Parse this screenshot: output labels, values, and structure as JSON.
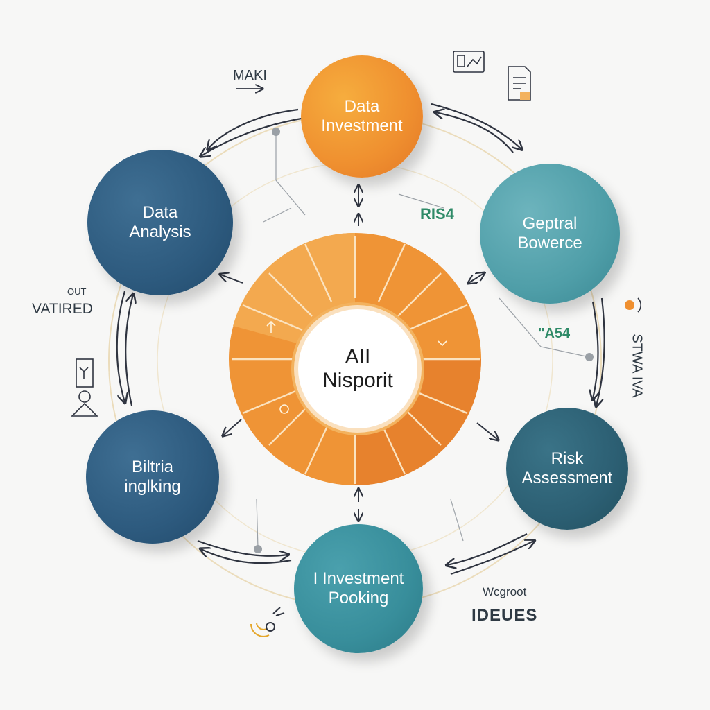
{
  "diagram": {
    "hub": {
      "label": "AII\nNisporit"
    },
    "nodes": [
      {
        "id": "data-investment",
        "label": "Data\nInvestment"
      },
      {
        "id": "gentral-bowerce",
        "label": "Geptral\nBowerce"
      },
      {
        "id": "risk-assessment",
        "label": "Risk\nAssessment"
      },
      {
        "id": "investment-pooking",
        "label": "I Investment\nPooking"
      },
      {
        "id": "biltria-inglking",
        "label": "Biltria\ninglking"
      },
      {
        "id": "data-analysis",
        "label": "Data\nAnalysis"
      }
    ],
    "annotations": {
      "maki": "MAKI",
      "out": "OUT",
      "vatired": "VATIRED",
      "ris": "RIS4",
      "a54": "\"A54",
      "vertical": "STWA IVA",
      "wcgroot": "Wcgroot",
      "ideues": "IDEUES"
    },
    "colors": {
      "orange": "#ef8f2f",
      "navy": "#2d5a7e",
      "teal": "#4f9ea8",
      "dark_teal": "#2c5f73",
      "arrow": "#2f3440",
      "ring": "#e9d9b8"
    },
    "icons": [
      "monitor-chart-icon",
      "document-icon",
      "lamp-icon",
      "orange-bulb-icon",
      "signal-icon"
    ]
  }
}
